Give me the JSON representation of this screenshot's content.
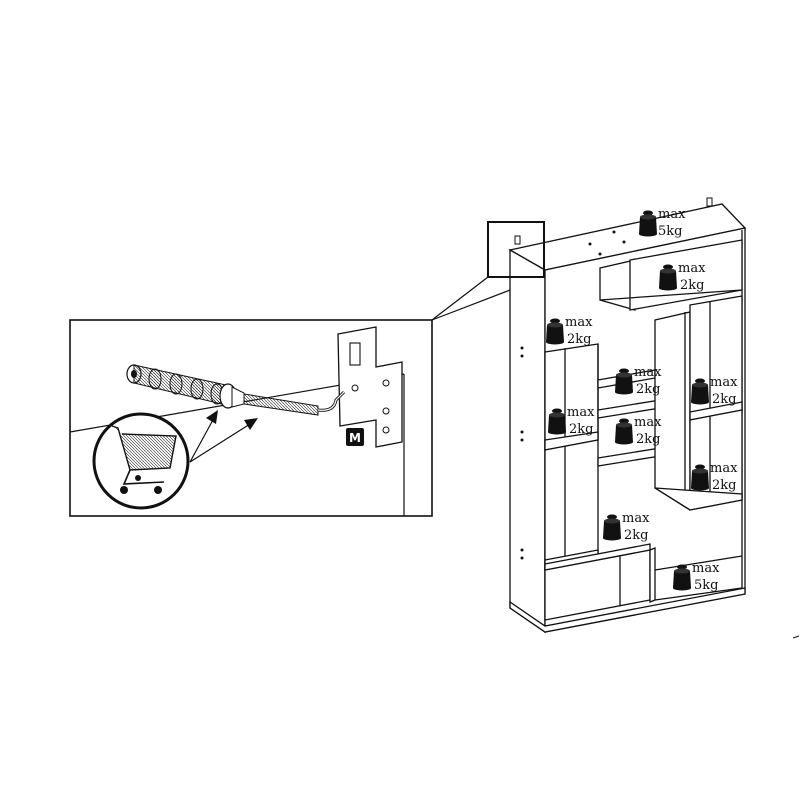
{
  "detail": {
    "part_label": "M"
  },
  "weights": [
    {
      "line1": "max",
      "line2": "5kg"
    },
    {
      "line1": "max",
      "line2": "2kg"
    },
    {
      "line1": "max",
      "line2": "2kg"
    },
    {
      "line1": "max",
      "line2": "2kg"
    },
    {
      "line1": "max",
      "line2": "2kg"
    },
    {
      "line1": "max",
      "line2": "2kg"
    },
    {
      "line1": "max",
      "line2": "2kg"
    },
    {
      "line1": "max",
      "line2": "2kg"
    },
    {
      "line1": "max",
      "line2": "2kg"
    },
    {
      "line1": "max",
      "line2": "5kg"
    }
  ]
}
